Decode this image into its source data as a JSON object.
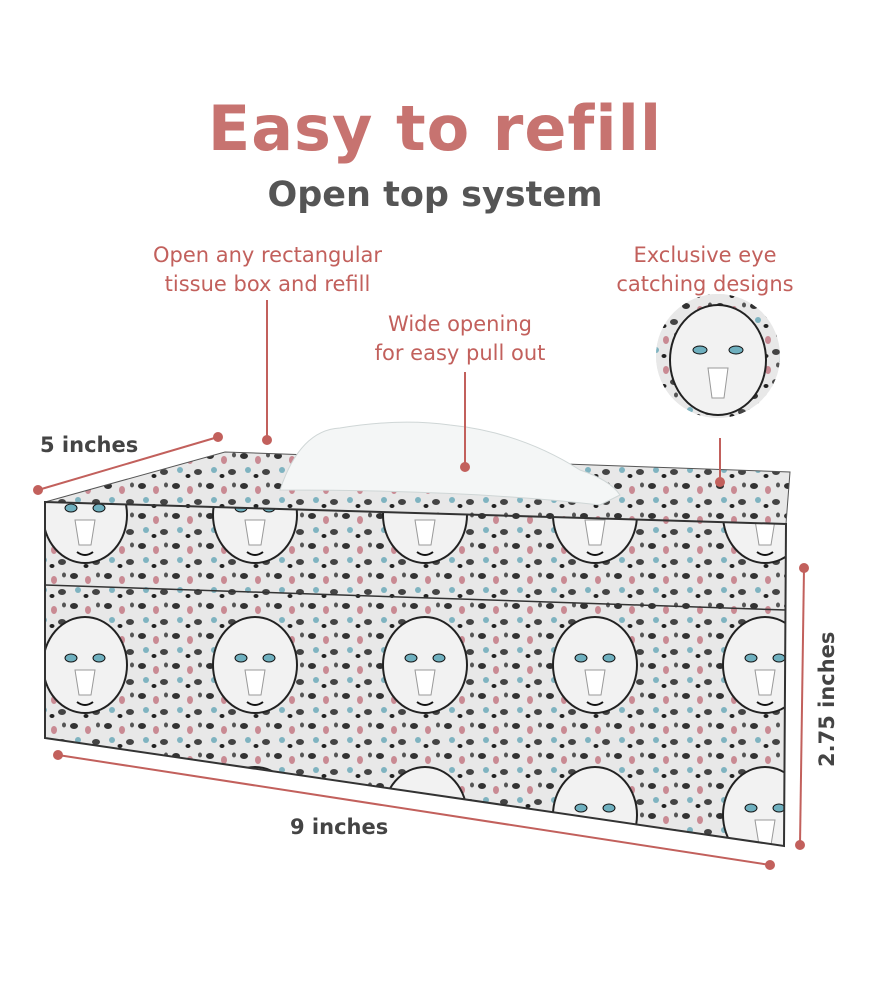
{
  "title": "Easy to refill",
  "subtitle": "Open top system",
  "callouts": {
    "refill": [
      "Open any rectangular",
      "tissue box and refill"
    ],
    "opening": [
      "Wide opening",
      "for easy pull out"
    ],
    "designs": [
      "Exclusive eye",
      "catching designs"
    ]
  },
  "dimensions": {
    "depth": "5 inches",
    "length": "9 inches",
    "height": "2.75 inches"
  },
  "colors": {
    "accent": "#c77370",
    "heading": "#555555",
    "line": "#c2605c"
  }
}
